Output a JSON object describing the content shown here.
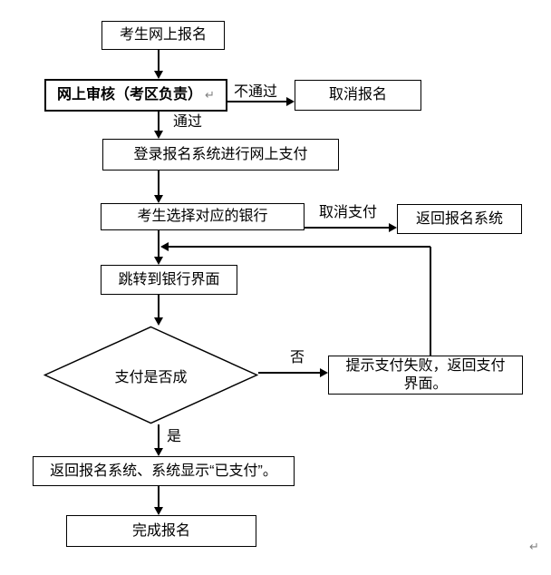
{
  "canvas": {
    "background": "#ffffff",
    "line_color": "#000000",
    "text_color": "#000000",
    "pilcrow_color": "#808080"
  },
  "nodes": {
    "register": {
      "label": "考生网上报名"
    },
    "review": {
      "label": "网上审核（考区负责）"
    },
    "cancel": {
      "label": "取消报名"
    },
    "login_pay": {
      "label": "登录报名系统进行网上支付"
    },
    "choose_bank": {
      "label": "考生选择对应的银行"
    },
    "return_system": {
      "label": "返回报名系统"
    },
    "bank_page": {
      "label": "跳转到银行界面"
    },
    "decision": {
      "label": "支付是否成"
    },
    "fail": {
      "line1": "提示支付失败，返回支付",
      "line2": "界面。"
    },
    "paid": {
      "label": "返回报名系统、系统显示“已支付”。"
    },
    "done": {
      "label": "完成报名"
    }
  },
  "edge_labels": {
    "not_pass": "不通过",
    "pass": "通过",
    "cancel_pay": "取消支付",
    "no": "否",
    "yes": "是"
  },
  "marks": {
    "return_mark": "↵"
  }
}
